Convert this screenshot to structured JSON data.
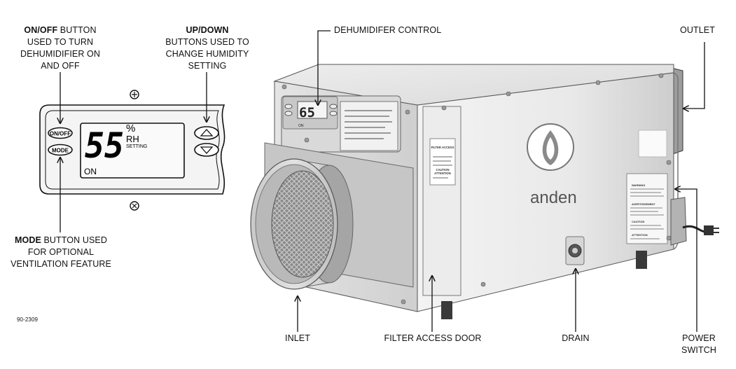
{
  "callouts": {
    "onoff": {
      "bold": "ON/OFF",
      "rest": " BUTTON",
      "line2": "USED TO TURN",
      "line3": "DEHUMIDIFIER ON",
      "line4": "AND OFF"
    },
    "updown": {
      "bold": "UP/DOWN",
      "line2": "BUTTONS USED TO",
      "line3": "CHANGE HUMIDITY",
      "line4": "SETTING"
    },
    "mode": {
      "bold": "MODE",
      "rest": " BUTTON USED",
      "line2": "FOR OPTIONAL",
      "line3": "VENTILATION FEATURE"
    },
    "control": "DEHUMIDIFER CONTROL",
    "outlet": "OUTLET",
    "inlet": "INLET",
    "filter_door": "FILTER ACCESS DOOR",
    "drain": "DRAIN",
    "power": {
      "line1": "POWER",
      "line2": "SWITCH"
    }
  },
  "panel": {
    "onoff_btn": "ON/OFF",
    "mode_btn": "MODE",
    "display_value": "55",
    "unit_pct": "%",
    "unit_rh": "RH",
    "setting": "SETTING",
    "status": "ON"
  },
  "unit": {
    "brand": "anden",
    "mini_display": "65",
    "mini_on": "ON",
    "filter_label": {
      "l1": "FILTER ACCESS",
      "l2": "CAUTION",
      "l3": "ATTENTION"
    },
    "warning_labels": [
      "WARNING",
      "AVERTISSEMENT",
      "CAUTION",
      "ATTENTION"
    ]
  },
  "figure_id": "90-2309",
  "colors": {
    "panel_fill": "#f2f2f2",
    "unit_light": "#e6e6e6",
    "unit_mid": "#cfcfcf",
    "unit_dark": "#9a9a9a",
    "line": "#111111"
  }
}
